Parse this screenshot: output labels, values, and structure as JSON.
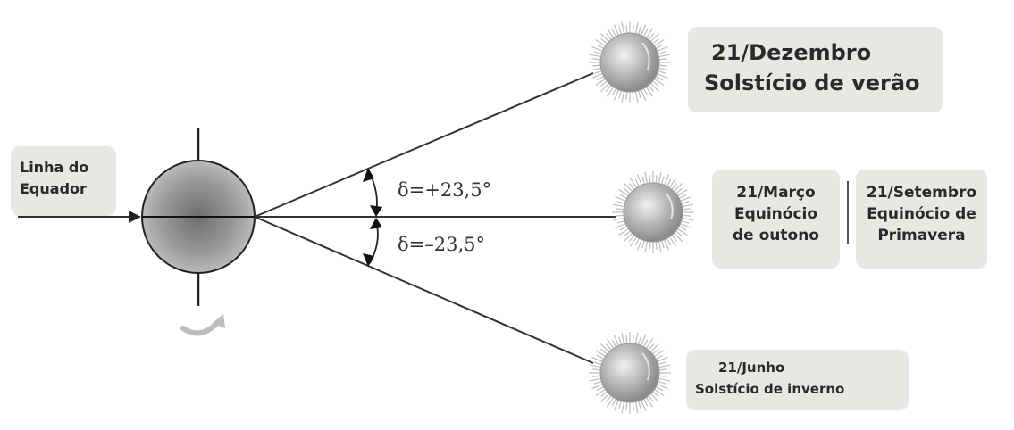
{
  "labels": {
    "equator": {
      "line1": "Linha do",
      "line2": "Equador"
    },
    "december": {
      "line1": "21/Dezembro",
      "line2": "Solstício de verão"
    },
    "march": {
      "line1": "21/Março",
      "line2": "Equinócio",
      "line3": "de outono"
    },
    "september": {
      "line1": "21/Setembro",
      "line2": "Equinócio de",
      "line3": "Primavera"
    },
    "june": {
      "line1": "21/Junho",
      "line2": "Solstício de inverno"
    }
  },
  "angles": {
    "positive": "δ=+23,5°",
    "negative": "δ=–23,5°"
  },
  "icons": {
    "earth": "globe-icon",
    "sun": "sun-icon",
    "rotation": "curved-arrow-icon"
  },
  "colors": {
    "box_bg": "#e9e7e4",
    "line": "#333333",
    "sun_core": "#b5b5b5"
  }
}
